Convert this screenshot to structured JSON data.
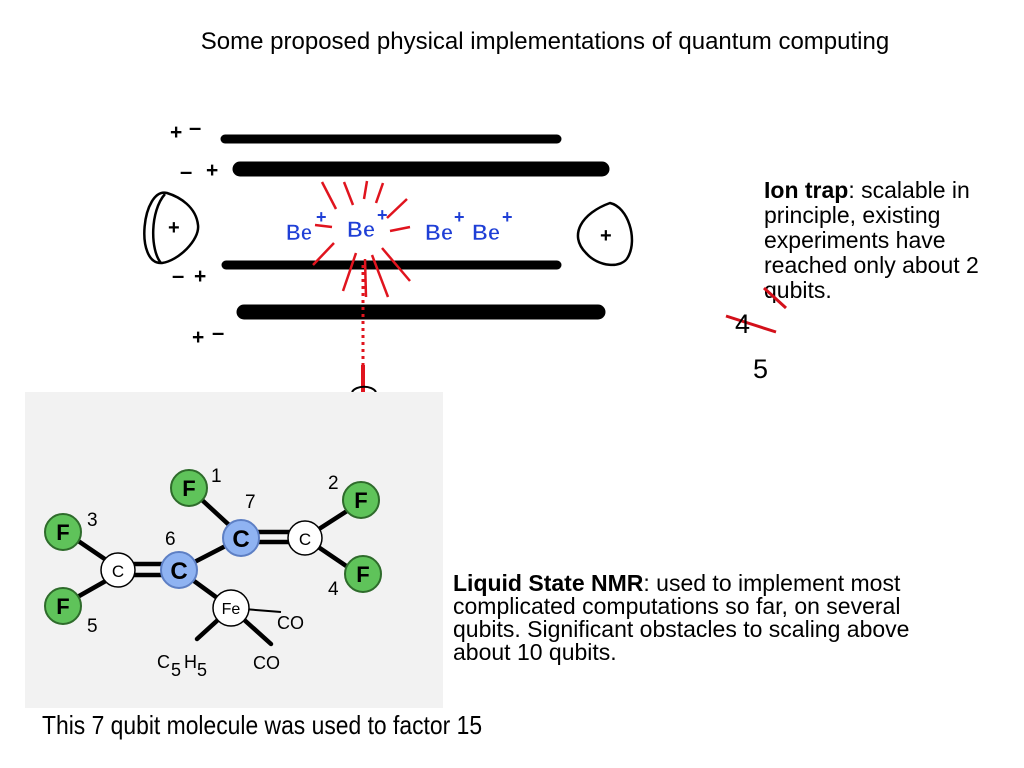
{
  "title": "Some proposed physical implementations of quantum computing",
  "ion_trap": {
    "heading": "Ion trap",
    "body": ": scalable in principle, existing experiments have reached only about 2 qubits.",
    "ions": [
      "Be",
      "Be",
      "Be",
      "Be"
    ],
    "ion_charge": "+",
    "electrode_signs": [
      "+",
      "–",
      "–",
      "+",
      "–",
      "+",
      "+",
      "–"
    ],
    "endcap_sign": "+",
    "corrections": [
      "4",
      "5"
    ],
    "colors": {
      "ion": "#1f3fd6",
      "laser": "#e0141e",
      "electrode": "#000000"
    }
  },
  "nmr": {
    "heading": "Liquid State NMR",
    "body": ": used to implement most complicated computations so far, on several qubits.   Significant obstacles to scaling above about 10 qubits.",
    "atoms": {
      "fluorine": "F",
      "carbon": "C",
      "iron": "Fe",
      "carbonyl": "CO",
      "cp_c": "C",
      "cp_c_sub": "5",
      "cp_h": "H",
      "cp_h_sub": "5"
    },
    "qubit_labels": [
      "1",
      "2",
      "3",
      "4",
      "5",
      "6",
      "7"
    ],
    "colors": {
      "fluorine": "#5fc35a",
      "carbon_qubit": "#8fb3f2",
      "background": "#f2f2f2"
    }
  },
  "caption": "This 7 qubit molecule was used to factor 15"
}
